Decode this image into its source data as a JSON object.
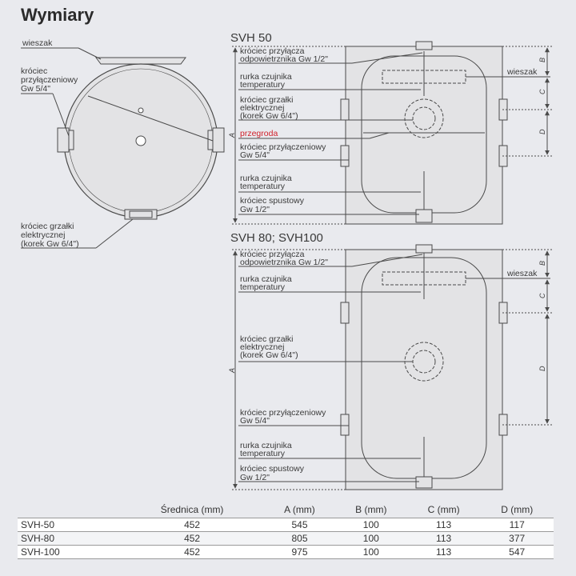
{
  "title": "Wymiary",
  "top_view": {
    "label_hanger": "wieszak",
    "label_connector": [
      "króciec",
      "przyłączeniowy",
      "Gw 5/4\""
    ],
    "label_heater": [
      "króciec grzałki",
      "elektrycznej",
      "(korek Gw 6/4\")"
    ]
  },
  "svh50": {
    "title": "SVH 50",
    "labels": {
      "vent": [
        "króciec przyłącza",
        "odpowietrznika Gw 1/2\""
      ],
      "hanger": "wieszak",
      "sensor_top": [
        "rurka czujnika",
        "temperatury"
      ],
      "heater": [
        "króciec grzałki",
        "elektrycznej",
        "(korek Gw 6/4\")"
      ],
      "baffle": "przegroda",
      "connector": [
        "króciec przyłączeniowy",
        "Gw 5/4\""
      ],
      "sensor_bottom": [
        "rurka czujnika",
        "temperatury"
      ],
      "drain": [
        "króciec spustowy",
        "Gw 1/2\""
      ]
    }
  },
  "svh80": {
    "title": "SVH 80; SVH100",
    "labels": {
      "vent": [
        "króciec przyłącza",
        "odpowietrznika Gw 1/2\""
      ],
      "hanger": "wieszak",
      "sensor_top": [
        "rurka czujnika",
        "temperatury"
      ],
      "heater": [
        "króciec grzałki",
        "elektrycznej",
        "(korek Gw 6/4\")"
      ],
      "connector": [
        "króciec przyłączeniowy",
        "Gw 5/4\""
      ],
      "sensor_bottom": [
        "rurka czujnika",
        "temperatury"
      ],
      "drain": [
        "króciec spustowy",
        "Gw 1/2\""
      ]
    }
  },
  "dim_letters": {
    "a": "A",
    "b": "B",
    "c": "C",
    "d": "D"
  },
  "colors": {
    "tank_fill": "#e3e3e5",
    "line": "#4a4a4a",
    "baffle_label": "#d0202a",
    "background": "#e9eaee"
  },
  "table": {
    "headers": [
      "",
      "Średnica (mm)",
      "A (mm)",
      "B (mm)",
      "C (mm)",
      "D (mm)"
    ],
    "rows": [
      [
        "SVH-50",
        "452",
        "545",
        "100",
        "113",
        "117"
      ],
      [
        "SVH-80",
        "452",
        "805",
        "100",
        "113",
        "377"
      ],
      [
        "SVH-100",
        "452",
        "975",
        "100",
        "113",
        "547"
      ]
    ]
  }
}
